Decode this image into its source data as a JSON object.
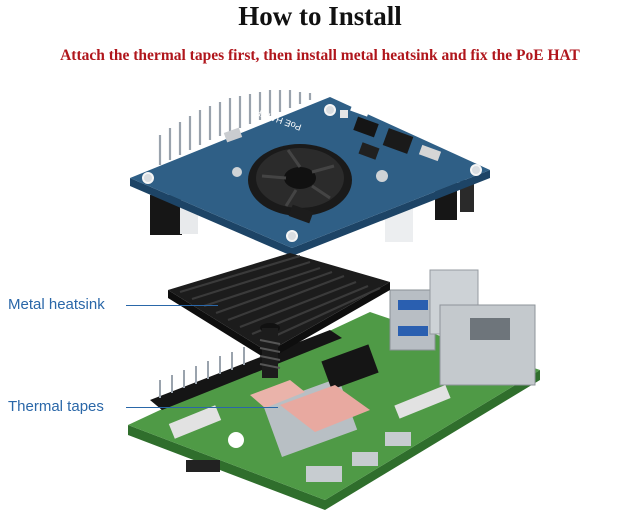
{
  "title": "How to Install",
  "subtitle": "Attach the thermal tapes first, then install metal heatsink and fix the PoE HAT",
  "labels": {
    "heatsink": "Metal heatsink",
    "thermal": "Thermal tapes"
  },
  "board_silkscreen": {
    "hat_name": "PoE HAT (F)"
  },
  "colors": {
    "title": "#111111",
    "subtitle": "#b0161c",
    "callout": "#2a67a8",
    "hat_pcb": "#2f5f86",
    "pi_pcb": "#4f9a46",
    "heatsink": "#1c1c1c",
    "thermal_pad": "#e8a9a0"
  }
}
